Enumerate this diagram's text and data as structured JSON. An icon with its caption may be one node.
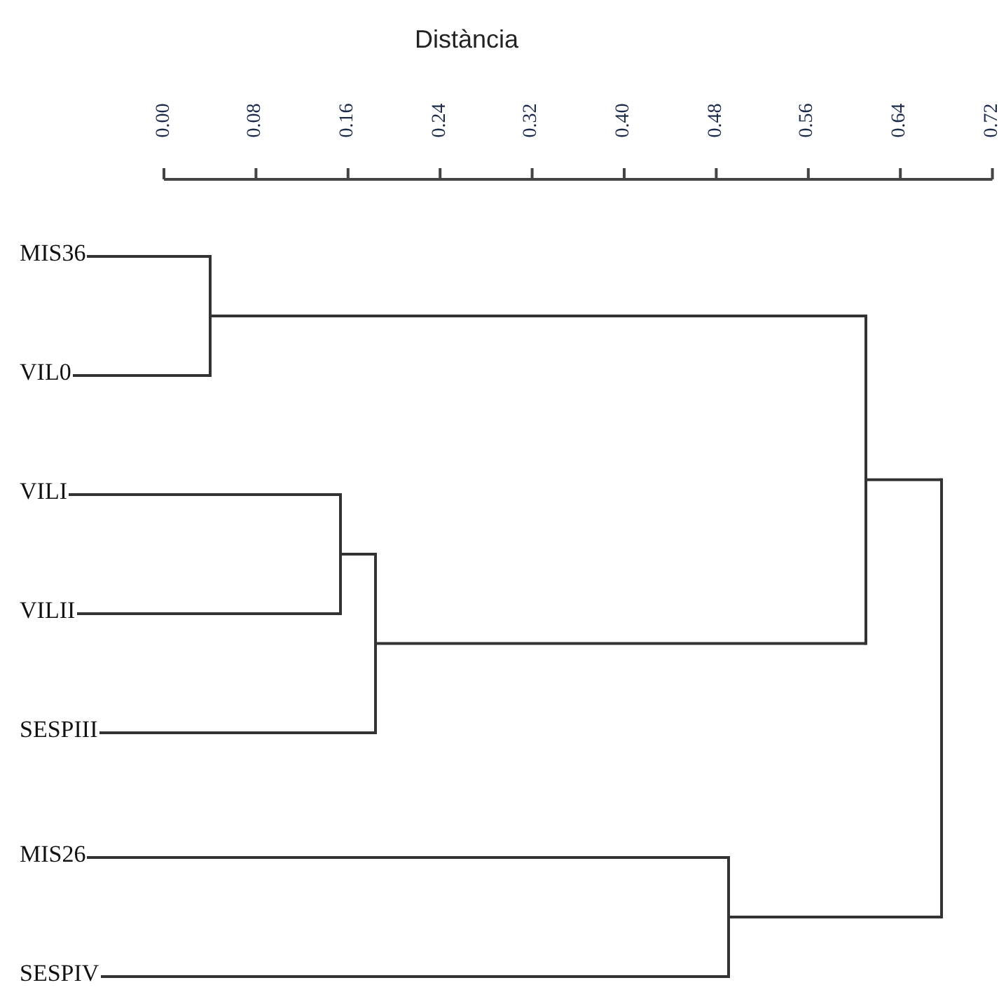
{
  "diagram": {
    "title": "Distància",
    "nodes": [
      {
        "text": [
          "MIS36"
        ]
      },
      {
        "text": [
          "VIL0"
        ]
      },
      {
        "text": [
          "VILI"
        ]
      },
      {
        "text": [
          "VILII"
        ]
      },
      {
        "text": [
          "SESPIII"
        ]
      },
      {
        "text": [
          "MIS26"
        ]
      },
      {
        "text": [
          "SESPIV"
        ]
      },
      {
        "text": [],
        "shape": "bar"
      },
      {
        "text": [],
        "shape": "bar"
      },
      {
        "text": [],
        "shape": "bar"
      },
      {
        "text": [],
        "shape": "bar"
      },
      {
        "text": [],
        "shape": "bar"
      },
      {
        "text": [],
        "shape": "bar"
      }
    ],
    "edges": [
      {
        "from": 0,
        "to": 7,
        "arrow": "none"
      },
      {
        "from": 1,
        "to": 7,
        "arrow": "none"
      },
      {
        "from": 2,
        "to": 8,
        "arrow": "none"
      },
      {
        "from": 3,
        "to": 8,
        "arrow": "none"
      },
      {
        "from": 8,
        "to": 9,
        "arrow": "none"
      },
      {
        "from": 4,
        "to": 9,
        "arrow": "none"
      },
      {
        "from": 7,
        "to": 10,
        "arrow": "none"
      },
      {
        "from": 9,
        "to": 10,
        "arrow": "none"
      },
      {
        "from": 5,
        "to": 11,
        "arrow": "none"
      },
      {
        "from": 6,
        "to": 11,
        "arrow": "none"
      },
      {
        "from": 10,
        "to": 12,
        "arrow": "none"
      },
      {
        "from": 11,
        "to": 12,
        "arrow": "none"
      }
    ],
    "labels": [
      "0.00",
      "0.08",
      "0.16",
      "0.24",
      "0.32",
      "0.40",
      "0.48",
      "0.56",
      "0.64",
      "0.72"
    ]
  }
}
